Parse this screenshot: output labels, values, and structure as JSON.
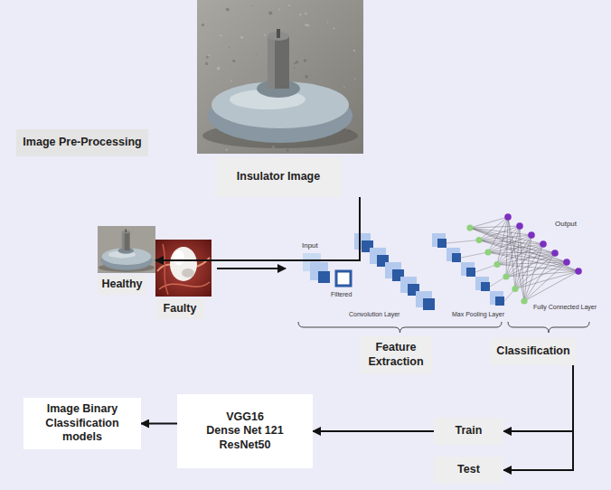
{
  "diagram": {
    "nodes": [
      {
        "text": [
          "Insulator Image"
        ]
      },
      {
        "text": [
          "Image Pre-Processing"
        ]
      },
      {
        "text": [
          "Healthy"
        ]
      },
      {
        "text": [
          "Faulty"
        ]
      },
      {
        "text": [
          "Feature Extraction"
        ]
      },
      {
        "text": [
          "Classification"
        ]
      },
      {
        "text": [
          "Train"
        ]
      },
      {
        "text": [
          "Test"
        ]
      },
      {
        "text": [
          "VGG16",
          "Dense Net 121",
          "ResNet50"
        ]
      },
      {
        "text": [
          "Image Binary Classification models"
        ]
      }
    ],
    "edges": [
      {
        "from": 0,
        "to": 2,
        "arrow": "to"
      },
      {
        "from": 5,
        "to": 6,
        "arrow": "to"
      },
      {
        "from": 5,
        "to": 7,
        "arrow": "to"
      },
      {
        "from": 6,
        "to": 8,
        "arrow": "to"
      },
      {
        "from": 8,
        "to": 9,
        "arrow": "to"
      }
    ],
    "labels": [
      "Input",
      "Filtered",
      "Convolution Layer",
      "Max Pooling Layer",
      "Fully Connected Layer",
      "Output"
    ]
  }
}
